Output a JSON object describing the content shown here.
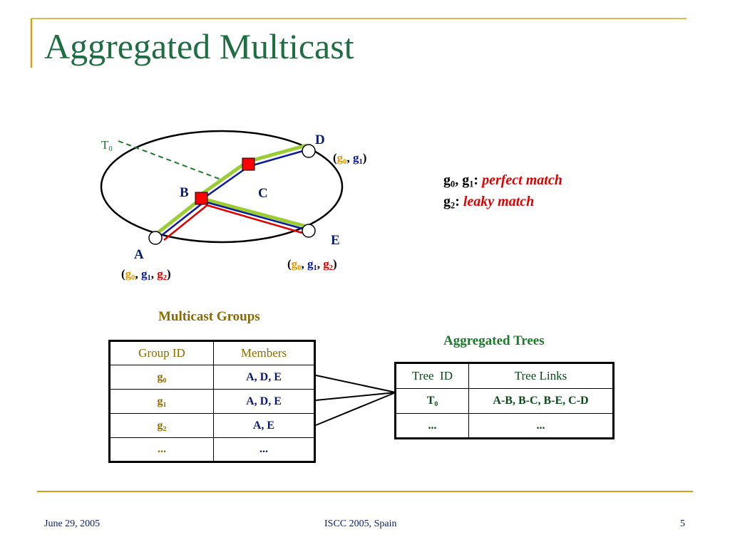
{
  "slide": {
    "title": "Aggregated Multicast",
    "footer_date": "June 29, 2005",
    "footer_center": "ISCC 2005, Spain",
    "page_number": "5"
  },
  "diagram": {
    "tree_label": "T",
    "tree_sub": "0",
    "nodes": {
      "A": "A",
      "B": "B",
      "C": "C",
      "D": "D",
      "E": "E"
    },
    "groups": {
      "g": "g",
      "s0": "0",
      "s1": "1",
      "s2": "2"
    },
    "colors": {
      "g0": "#e39a00",
      "g1": "#0a1a9e",
      "g2": "#e00000",
      "lime": "#9acd32",
      "router": "#ff0000",
      "dash": "#1a7a2a"
    }
  },
  "legend": {
    "line1_suffix": ":",
    "line1_value": "perfect match",
    "line2_suffix": ":",
    "line2_value": "leaky match"
  },
  "multicast_groups": {
    "caption": "Multicast Groups",
    "headers": [
      "Group ID",
      "Members"
    ],
    "rows": [
      {
        "id_base": "g",
        "id_sub": "0",
        "members": "A, D, E"
      },
      {
        "id_base": "g",
        "id_sub": "1",
        "members": "A, D, E"
      },
      {
        "id_base": "g",
        "id_sub": "2",
        "members": "A, E"
      },
      {
        "id_base": "...",
        "id_sub": "",
        "members": "..."
      }
    ]
  },
  "aggregated_trees": {
    "caption": "Aggregated Trees",
    "headers": [
      "Tree  ID",
      "Tree Links"
    ],
    "rows": [
      {
        "id_base": "T",
        "id_sub": "0",
        "links": "A-B, B-C, B-E, C-D"
      },
      {
        "id_base": "...",
        "id_sub": "",
        "links": "..."
      }
    ]
  }
}
